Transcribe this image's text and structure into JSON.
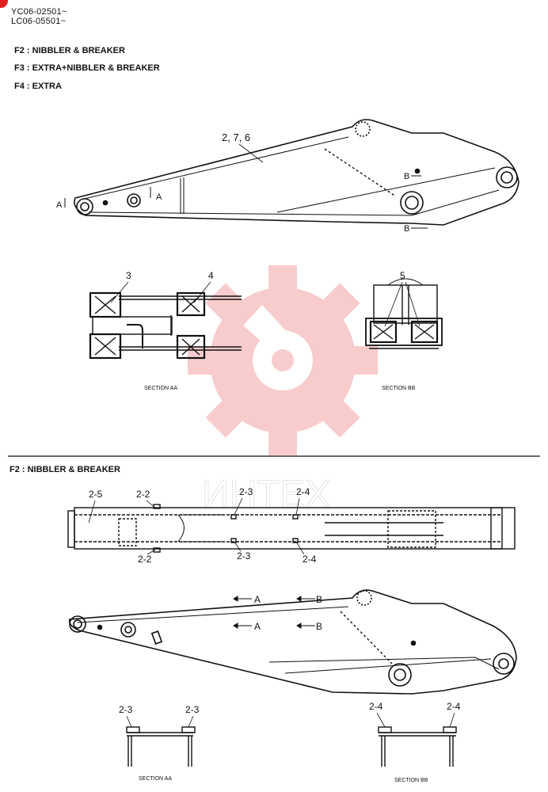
{
  "serials": [
    "YC06-02501~",
    "LC06-05501~"
  ],
  "legend": [
    {
      "code": "F2",
      "text": "NIBBLER & BREAKER"
    },
    {
      "code": "F3",
      "text": "EXTRA+NIBBLER & BREAKER"
    },
    {
      "code": "F4",
      "text": "EXTRA"
    }
  ],
  "upper": {
    "main_callout": "2, 7, 6",
    "cut_a": "A",
    "cut_b": "B",
    "section_aa": {
      "caption": "SECTION AA",
      "callouts": [
        "3",
        "4"
      ]
    },
    "section_bb": {
      "caption": "SECTION BB",
      "callouts": [
        "5"
      ]
    }
  },
  "lower": {
    "title": "F2 : NIBBLER & BREAKER",
    "top_callouts": [
      "2-5",
      "2-2",
      "2-3",
      "2-4"
    ],
    "bottom_callouts": [
      "2-2",
      "2-3",
      "2-4"
    ],
    "cut_a": "A",
    "cut_b": "B",
    "section_aa": {
      "caption": "SECTION AA",
      "callouts": [
        "2-3",
        "2-3"
      ]
    },
    "section_bb": {
      "caption": "SECTION BB",
      "callouts": [
        "2-4",
        "2-4"
      ]
    }
  },
  "watermark": {
    "text": "ИНТЕХ",
    "color": "#f3a3a3"
  }
}
